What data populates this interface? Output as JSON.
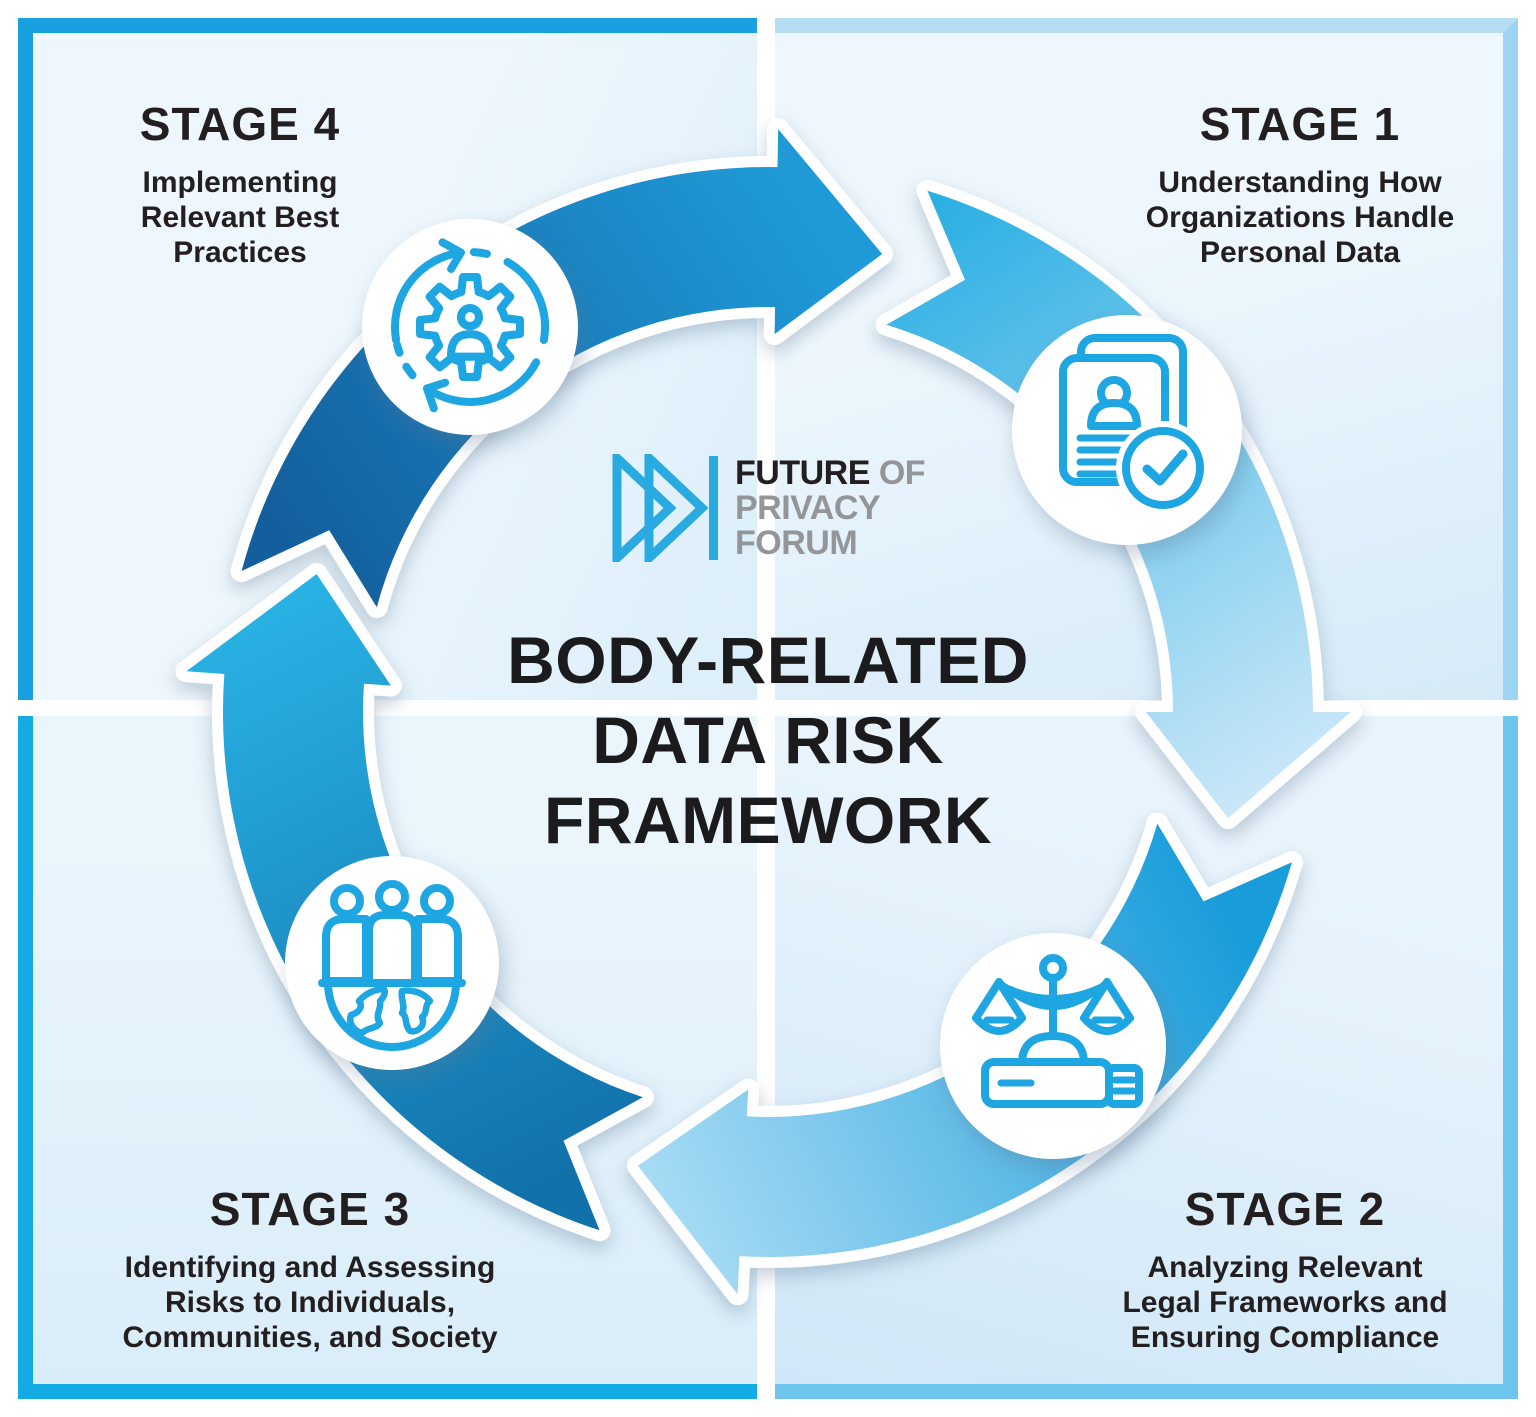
{
  "title": {
    "line1": "BODY-RELATED",
    "line2": "DATA RISK",
    "line3": "FRAMEWORK"
  },
  "logo": {
    "name_top_primary": "FUTURE",
    "name_top_secondary": "OF",
    "name_middle": "PRIVACY",
    "name_bottom": "FORUM"
  },
  "stages": [
    {
      "label": "STAGE 1",
      "line1": "Understanding How",
      "line2": "Organizations Handle",
      "line3": "Personal Data",
      "icon": "document-profile-check-icon",
      "position": "top-right"
    },
    {
      "label": "STAGE 2",
      "line1": "Analyzing Relevant",
      "line2": "Legal Frameworks and",
      "line3": "Ensuring Compliance",
      "icon": "justice-scales-book-icon",
      "position": "bottom-right"
    },
    {
      "label": "STAGE 3",
      "line1": "Identifying and Assessing",
      "line2": "Risks to Individuals,",
      "line3": "Communities, and Society",
      "icon": "people-globe-icon",
      "position": "bottom-left"
    },
    {
      "label": "STAGE 4",
      "line1": "Implementing",
      "line2": "Relevant Best",
      "line3": "Practices",
      "icon": "gear-person-cycle-icon",
      "position": "top-left"
    }
  ],
  "colors": {
    "accent_cyan": "#29abe2",
    "icon_stroke": "#1ea6e3",
    "text_dark": "#231f20",
    "logo_gray": "#939598",
    "border_top_left": "#18a0e0",
    "border_top_right": "#b5def5",
    "border_bottom_left": "#12abe4",
    "border_bottom_right": "#6ec6ef",
    "arrow_top_gradient": [
      "#135e9c",
      "#1f9ad7"
    ],
    "arrow_right_gradient": [
      "#29aee3",
      "#c9e7f8"
    ],
    "arrow_bottom_gradient": [
      "#189cda",
      "#a7dbf4"
    ],
    "arrow_left_gradient": [
      "#1171aa",
      "#29b2e4"
    ]
  }
}
